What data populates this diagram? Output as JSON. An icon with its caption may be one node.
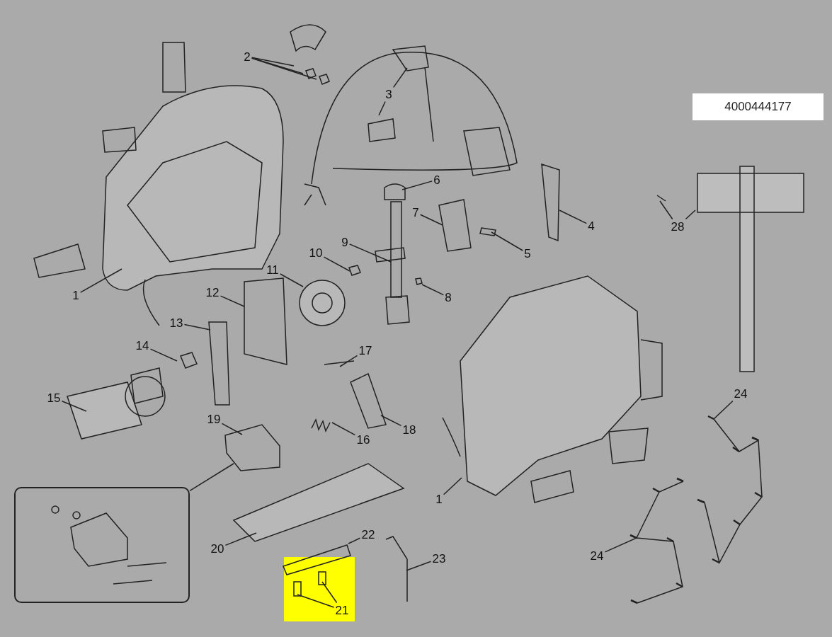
{
  "diagram": {
    "nodes": [
      {
        "text": [
          "2"
        ]
      },
      {
        "text": [
          "3"
        ]
      },
      {
        "text": [
          "6"
        ]
      },
      {
        "text": [
          "28"
        ]
      },
      {
        "text": [
          "7"
        ]
      },
      {
        "text": [
          "4"
        ]
      },
      {
        "text": [
          "5"
        ]
      },
      {
        "text": [
          "9"
        ]
      },
      {
        "text": [
          "10"
        ]
      },
      {
        "text": [
          "11"
        ]
      },
      {
        "text": [
          "1"
        ]
      },
      {
        "text": [
          "8"
        ]
      },
      {
        "text": [
          "12"
        ]
      },
      {
        "text": [
          "13"
        ]
      },
      {
        "text": [
          "14"
        ]
      },
      {
        "text": [
          "17"
        ]
      },
      {
        "text": [
          "15"
        ]
      },
      {
        "text": [
          "24"
        ]
      },
      {
        "text": [
          "19"
        ]
      },
      {
        "text": [
          "18"
        ]
      },
      {
        "text": [
          "16"
        ]
      },
      {
        "text": [
          "1"
        ]
      },
      {
        "text": [],
        "shape": "box"
      },
      {
        "text": [
          "20"
        ]
      },
      {
        "text": [
          "22"
        ]
      },
      {
        "text": [
          "24"
        ]
      },
      {
        "text": [
          "23"
        ]
      },
      {
        "text": [
          "21"
        ]
      }
    ],
    "edges": [
      {
        "from": 0,
        "to": null,
        "arrow": "none"
      },
      {
        "from": 0,
        "to": null,
        "arrow": "none"
      },
      {
        "from": 0,
        "to": null,
        "arrow": "none"
      },
      {
        "from": 1,
        "to": null,
        "arrow": "none"
      },
      {
        "from": 1,
        "to": null,
        "arrow": "none"
      },
      {
        "from": 2,
        "to": null,
        "arrow": "none"
      },
      {
        "from": 3,
        "to": null,
        "arrow": "none"
      },
      {
        "from": 3,
        "to": null,
        "arrow": "none"
      },
      {
        "from": 4,
        "to": null,
        "arrow": "none"
      },
      {
        "from": 5,
        "to": null,
        "arrow": "none"
      },
      {
        "from": 6,
        "to": null,
        "arrow": "none"
      },
      {
        "from": 7,
        "to": null,
        "arrow": "none"
      },
      {
        "from": 8,
        "to": null,
        "arrow": "none"
      },
      {
        "from": 9,
        "to": null,
        "arrow": "none"
      },
      {
        "from": 10,
        "to": null,
        "arrow": "none"
      },
      {
        "from": 11,
        "to": null,
        "arrow": "none"
      },
      {
        "from": 12,
        "to": null,
        "arrow": "none"
      },
      {
        "from": 13,
        "to": null,
        "arrow": "none"
      },
      {
        "from": 14,
        "to": null,
        "arrow": "none"
      },
      {
        "from": 15,
        "to": null,
        "arrow": "none"
      },
      {
        "from": 16,
        "to": null,
        "arrow": "none"
      },
      {
        "from": 17,
        "to": null,
        "arrow": "none"
      },
      {
        "from": 18,
        "to": null,
        "arrow": "none"
      },
      {
        "from": 19,
        "to": null,
        "arrow": "none"
      },
      {
        "from": 20,
        "to": null,
        "arrow": "none"
      },
      {
        "from": 21,
        "to": null,
        "arrow": "none"
      },
      {
        "from": 22,
        "to": null,
        "arrow": "none"
      },
      {
        "from": 23,
        "to": null,
        "arrow": "none"
      },
      {
        "from": 24,
        "to": null,
        "arrow": "none"
      },
      {
        "from": 25,
        "to": null,
        "arrow": "none"
      },
      {
        "from": 26,
        "to": null,
        "arrow": "none"
      },
      {
        "from": 27,
        "to": null,
        "arrow": "none"
      },
      {
        "from": 27,
        "to": null,
        "arrow": "none"
      }
    ],
    "labels": [
      "4000444177"
    ]
  }
}
